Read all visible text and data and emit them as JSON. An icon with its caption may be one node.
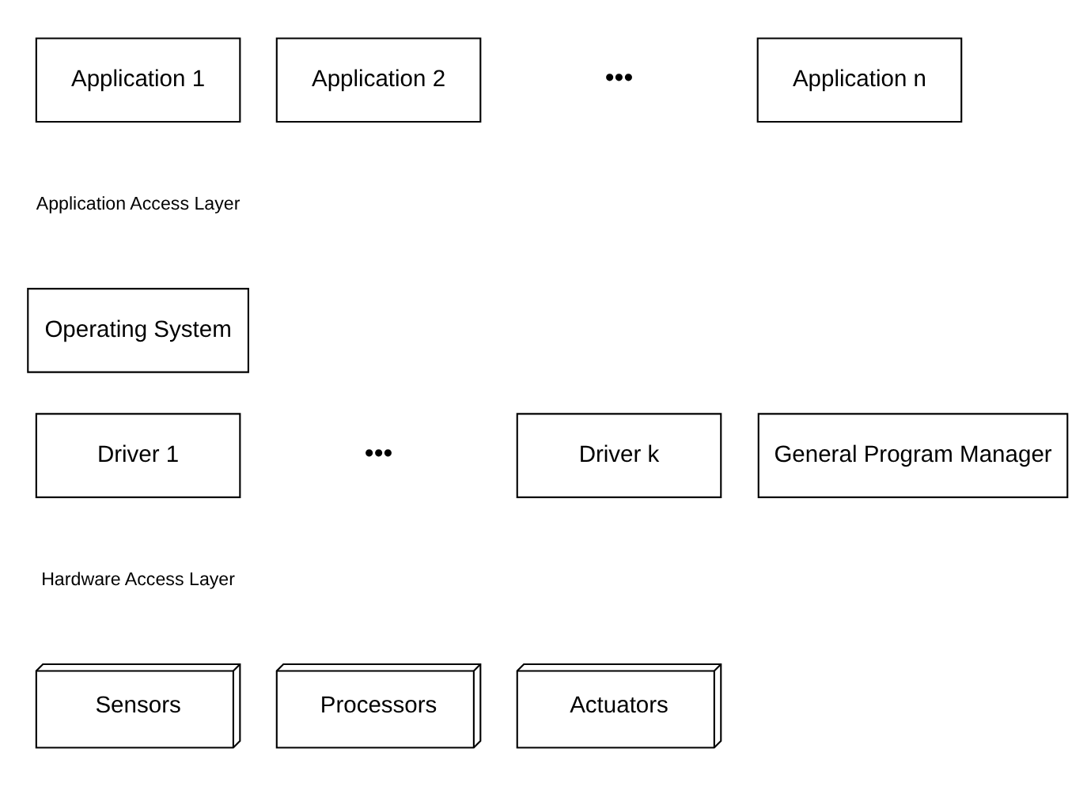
{
  "diagram": {
    "nodes": [
      {
        "text": [
          "Application 1"
        ]
      },
      {
        "text": [
          "Application 2"
        ]
      },
      {
        "text": [
          "Application n"
        ]
      },
      {
        "text": [
          "Operating System"
        ]
      },
      {
        "text": [
          "General Program Manager"
        ]
      },
      {
        "text": [
          "Driver 1"
        ]
      },
      {
        "text": [
          "Driver k"
        ]
      },
      {
        "text": [
          "Sensors"
        ]
      },
      {
        "text": [
          "Processors"
        ]
      },
      {
        "text": [
          "Actuators"
        ]
      }
    ],
    "labels": [
      "•••",
      "Application Access Layer",
      "•••",
      "Hardware Access Layer"
    ]
  }
}
